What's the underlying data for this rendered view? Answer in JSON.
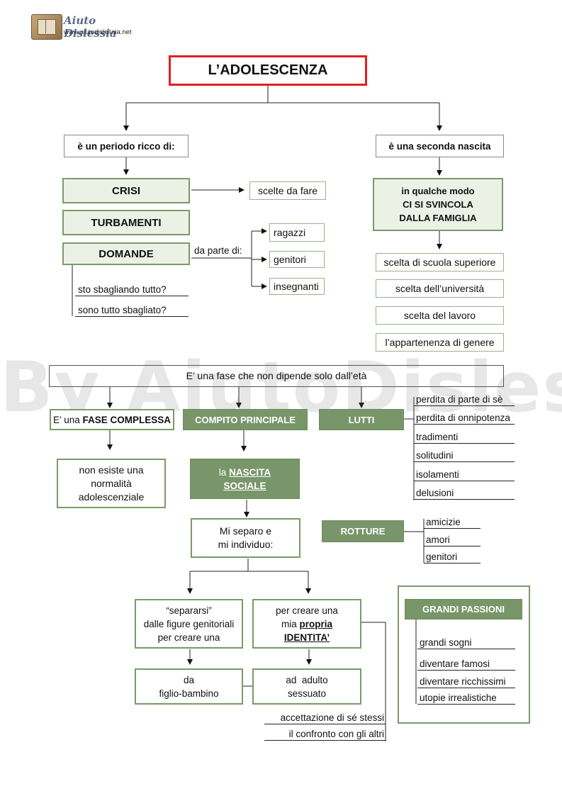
{
  "header": {
    "logo_title": "Aiuto Dislessia",
    "logo_url": "www.aiutodislessia.net"
  },
  "watermark": "By AiutoDislessia.net",
  "title": "L’ADOLESCENZA",
  "left": {
    "branch": "è un periodo ricco di:",
    "crisi": "CRISI",
    "scelte": "scelte da fare",
    "turbamenti": "TURBAMENTI",
    "domande": "DOMANDE",
    "da_parte": "da parte di:",
    "parti": [
      "ragazzi",
      "genitori",
      "insegnanti"
    ],
    "questions": [
      "sto sbagliando tutto?",
      "sono tutto sbagliato?"
    ]
  },
  "right": {
    "branch": "è  una seconda nascita",
    "modo": [
      "in qualche modo",
      "CI SI SVINCOLA",
      "DALLA FAMIGLIA"
    ],
    "scelte": [
      "scelta di scuola superiore",
      "scelta dell’università",
      "scelta del lavoro",
      "l’appartenenza di genere"
    ]
  },
  "fase": {
    "bar": "E’ una fase che non dipende solo dall’età",
    "complessa_prefix": "E’ una ",
    "complessa_bold": "FASE COMPLESSA",
    "normalita": [
      "non esiste una",
      "normalità",
      "adolescenziale"
    ],
    "compito": "COMPITO PRINCIPALE",
    "nascita_prefix": "la ",
    "nascita_u1": "NASCITA",
    "nascita_u2": "SOCIALE",
    "lutti": "LUTTI",
    "lutti_items": [
      "perdita di parte di sè",
      "perdita di onnipotenza",
      "tradimenti",
      "solitudini",
      "isolamenti",
      "delusioni"
    ]
  },
  "separo": [
    "Mi separo e",
    "mi individuo:"
  ],
  "rotture": {
    "label": "ROTTURE",
    "items": [
      "amicizie",
      "amori",
      "genitori"
    ]
  },
  "separarsi": [
    "“separarsi”",
    "dalle figure genitoriali",
    "per creare una"
  ],
  "identita": {
    "line1": "per creare una",
    "line2_prefix": "mia ",
    "line2_u": "propria",
    "line3_u": "IDENTITA’"
  },
  "figlio": [
    "da",
    "figlio-bambino"
  ],
  "adulto": [
    "ad  adulto",
    "sessuato"
  ],
  "accettazione": [
    "accettazione di sé stessi",
    "il confronto con gli altri"
  ],
  "passioni": {
    "label": "GRANDI PASSIONI",
    "items": [
      "grandi sogni",
      "diventare famosi",
      "diventare ricchissimi",
      "utopie irrealistiche"
    ]
  },
  "colors": {
    "title_border": "#e02020",
    "green_fill": "#78966a",
    "green_light": "#ebf2e5",
    "green_border": "#7a9a68"
  }
}
